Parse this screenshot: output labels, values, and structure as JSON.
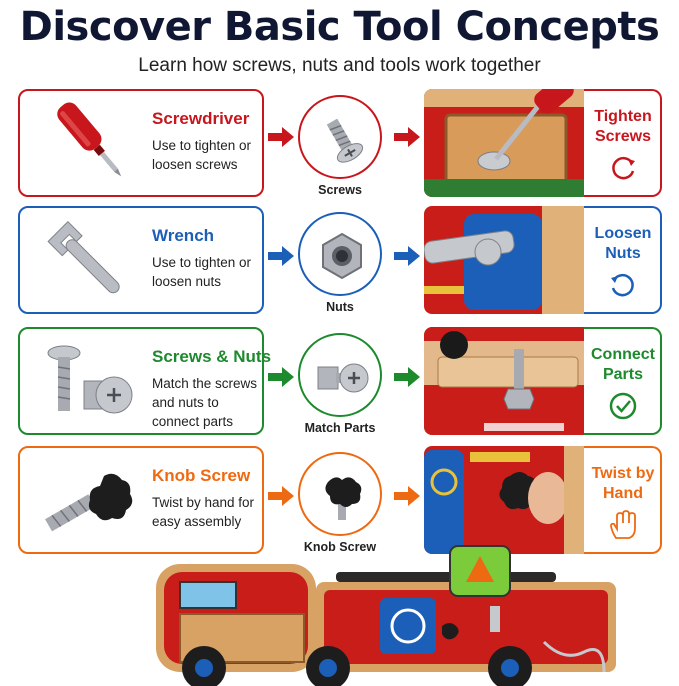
{
  "header": {
    "title": "Discover Basic Tool Concepts",
    "subtitle": "Learn how screws, nuts and tools work together"
  },
  "rows": [
    {
      "tool_name": "Screwdriver",
      "tool_desc": "Use to tighten or loosen screws",
      "part_label": "Screws",
      "action": "Tighten Screws",
      "action_icon": "rotate-clockwise-icon",
      "color": "#c8161d"
    },
    {
      "tool_name": "Wrench",
      "tool_desc": "Use to tighten or loosen nuts",
      "part_label": "Nuts",
      "action": "Loosen Nuts",
      "action_icon": "rotate-counterclockwise-icon",
      "color": "#1c5fb8"
    },
    {
      "tool_name": "Screws & Nuts",
      "tool_desc": "Match the screws and nuts to connect parts",
      "part_label": "Match Parts",
      "action": "Connect Parts",
      "action_icon": "checkmark-circle-icon",
      "color": "#1e8a2e"
    },
    {
      "tool_name": "Knob Screw",
      "tool_desc": "Twist by hand for easy assembly",
      "part_label": "Knob Screw",
      "action": "Twist by Hand",
      "action_icon": "hand-icon",
      "color": "#ee6a12"
    }
  ]
}
